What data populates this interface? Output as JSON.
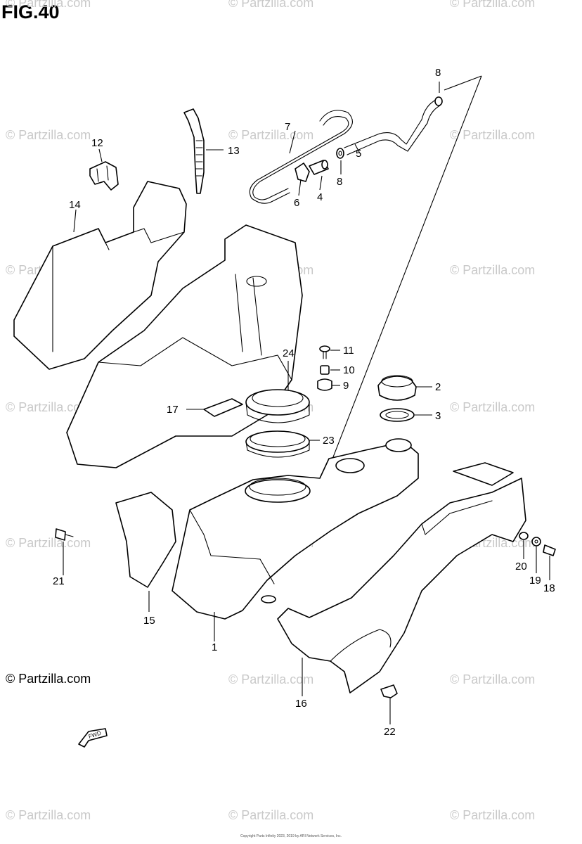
{
  "title": "FIG.40",
  "copyright": "© Partzilla.com",
  "watermark": "© Partzilla.com",
  "footer": "Copyright Parts Infinity 2023, 2019 by ARI Network Services, Inc.",
  "fwd_label": "FWD",
  "callouts": [
    "1",
    "2",
    "3",
    "4",
    "5",
    "6",
    "7",
    "8",
    "8",
    "9",
    "10",
    "11",
    "12",
    "13",
    "14",
    "15",
    "16",
    "17",
    "18",
    "19",
    "20",
    "21",
    "22",
    "23",
    "24"
  ]
}
